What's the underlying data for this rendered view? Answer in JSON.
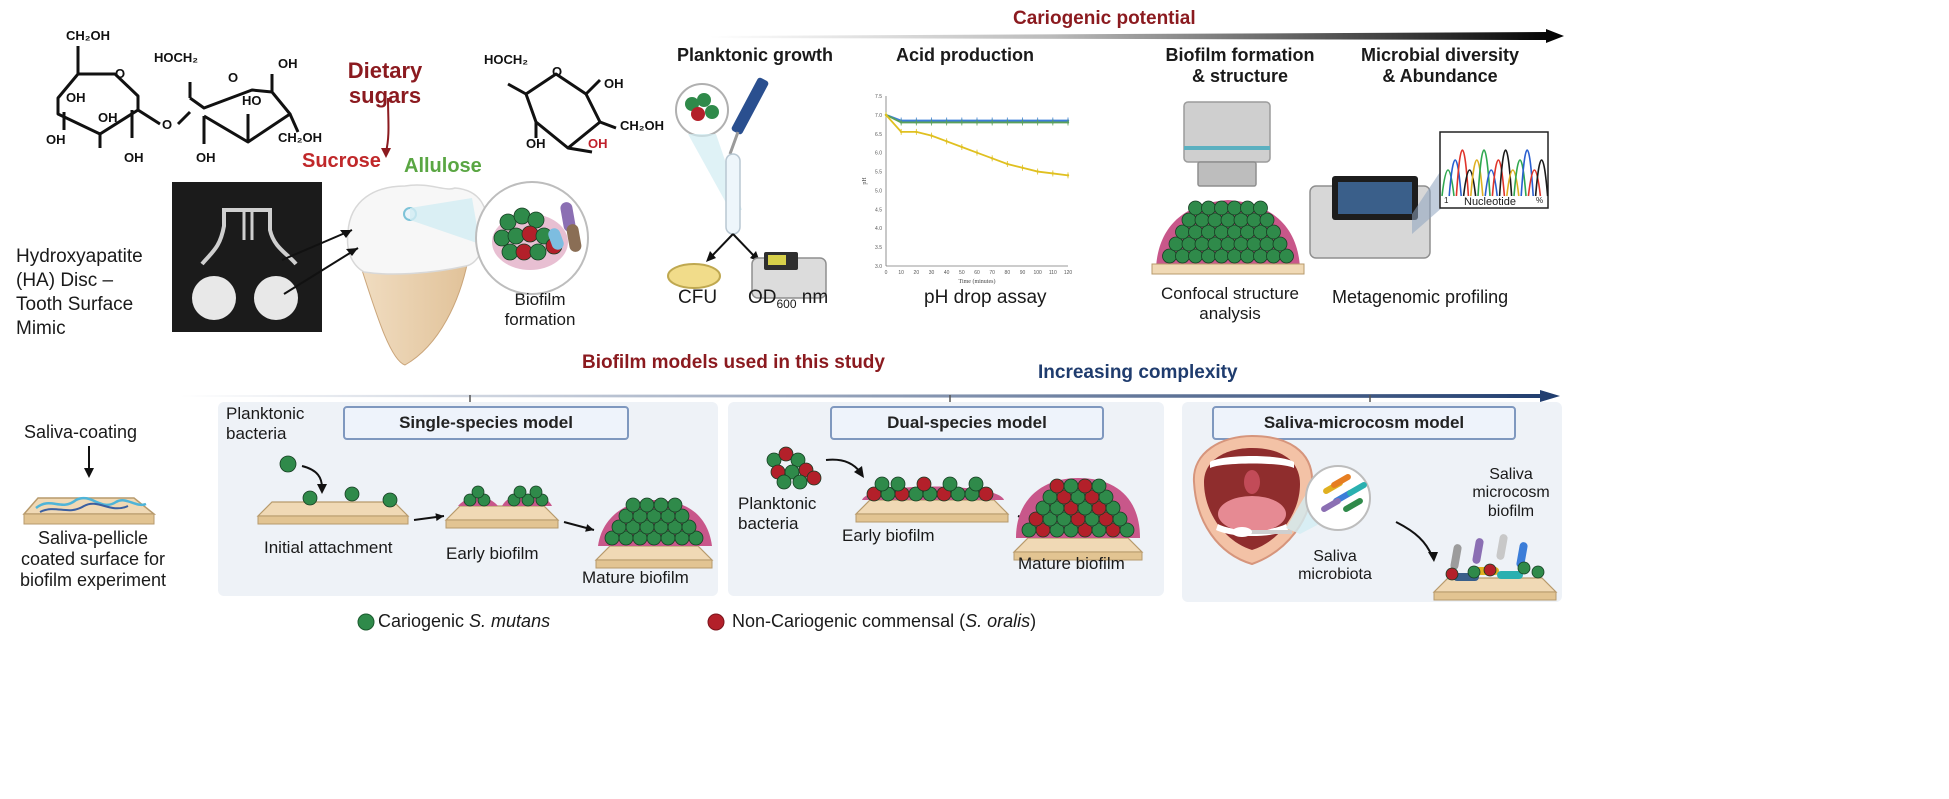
{
  "header": {
    "cariogenic_potential": "Cariogenic potential",
    "planktonic_growth": "Planktonic growth",
    "acid_production": "Acid production",
    "biofilm_formation_line1": "Biofilm formation",
    "biofilm_formation_line2": "& structure",
    "microbial_line1": "Microbial diversity",
    "microbial_line2": "& Abundance"
  },
  "sugars": {
    "dietary_line1": "Dietary",
    "dietary_line2": "sugars",
    "sucrose": "Sucrose",
    "allulose": "Allulose",
    "chem": {
      "ch2oh_a": "CH₂OH",
      "hoch2_b": "HOCH₂",
      "oh_1": "OH",
      "oh_2": "OH",
      "oh_3": "OH",
      "oh_4": "OH",
      "o_link": "O",
      "o_ring1": "O",
      "o_ring2": "O",
      "o_ring3": "O",
      "oh_5": "OH",
      "ho_6": "HO",
      "ch2oh_7": "CH₂OH",
      "oh_8": "OH",
      "hoch2_c": "HOCH₂",
      "oh_9": "OH",
      "oh_10": "OH",
      "ch2oh_11": "CH₂OH",
      "oh_red": "OH"
    }
  },
  "ha_disc": {
    "line1": "Hydroxyapatite",
    "line2": "(HA) Disc –",
    "line3": "Tooth Surface",
    "line4": "Mimic"
  },
  "biofilm_top": {
    "line1": "Biofilm",
    "line2": "formation"
  },
  "assays": {
    "cfu": "CFU",
    "od_prefix": "OD",
    "od_sub": "600",
    "od_suffix": " nm",
    "ph_drop": "pH drop assay",
    "confocal_line1": "Confocal structure",
    "confocal_line2": "analysis",
    "metagenomic": "Metagenomic profiling",
    "nucleotide": "Nucleotide",
    "nuc_start": "1",
    "nuc_end": "%"
  },
  "chart_data": {
    "type": "line",
    "xlabel": "Time (minutes)",
    "ylabel": "pH",
    "x": [
      0,
      10,
      20,
      30,
      40,
      50,
      60,
      70,
      80,
      90,
      100,
      110,
      120
    ],
    "x_ticks": [
      "0",
      "10",
      "20",
      "30",
      "40",
      "50",
      "60",
      "70",
      "80",
      "90",
      "100",
      "110",
      "120"
    ],
    "y_ticks": [
      "3.0",
      "3.5",
      "4.0",
      "4.5",
      "5.0",
      "5.5",
      "6.0",
      "6.5",
      "7.0",
      "7.5"
    ],
    "ylim": [
      3.0,
      7.5
    ],
    "series": [
      {
        "color": "#3b7dd8",
        "values": [
          7.0,
          6.85,
          6.85,
          6.85,
          6.85,
          6.85,
          6.85,
          6.85,
          6.85,
          6.85,
          6.85,
          6.85,
          6.85
        ]
      },
      {
        "color": "#5aa05a",
        "values": [
          7.0,
          6.8,
          6.8,
          6.8,
          6.8,
          6.8,
          6.8,
          6.8,
          6.8,
          6.8,
          6.8,
          6.8,
          6.8
        ]
      },
      {
        "color": "#e0c020",
        "values": [
          7.0,
          6.55,
          6.55,
          6.45,
          6.3,
          6.15,
          6.0,
          5.85,
          5.7,
          5.6,
          5.5,
          5.45,
          5.4
        ]
      }
    ]
  },
  "models": {
    "section_title": "Biofilm models used in this study",
    "complexity": "Increasing complexity",
    "single": "Single-species model",
    "dual": "Dual-species model",
    "micro": "Saliva-microcosm model"
  },
  "pellicle": {
    "saliva_coating": "Saliva-coating",
    "line1": "Saliva-pellicle",
    "line2": "coated surface for",
    "line3": "biofilm experiment"
  },
  "single_labels": {
    "planktonic_line1": "Planktonic",
    "planktonic_line2": "bacteria",
    "initial": "Initial attachment",
    "early": "Early biofilm",
    "mature": "Mature biofilm"
  },
  "dual_labels": {
    "planktonic_line1": "Planktonic",
    "planktonic_line2": "bacteria",
    "early": "Early biofilm",
    "mature": "Mature biofilm"
  },
  "micro_labels": {
    "saliva_line1": "Saliva",
    "saliva_line2": "microbiota",
    "biofilm_line1": "Saliva",
    "biofilm_line2": "microcosm",
    "biofilm_line3": "biofilm"
  },
  "legend": {
    "cariogenic_prefix": "Cariogenic ",
    "cariogenic_species": "S. mutans",
    "noncariogenic_prefix": "Non-Cariogenic commensal (",
    "noncariogenic_species": "S. oralis",
    "noncariogenic_suffix": ")"
  },
  "colors": {
    "dark_red": "#8b1a1f",
    "green_text": "#5aa643",
    "navy": "#1f3c6e",
    "cariogenic_green": "#2f8a4a",
    "noncariogenic_red": "#b3202a",
    "plaque_pink": "#c8578a",
    "disc_tan": "#f0d9b5"
  }
}
